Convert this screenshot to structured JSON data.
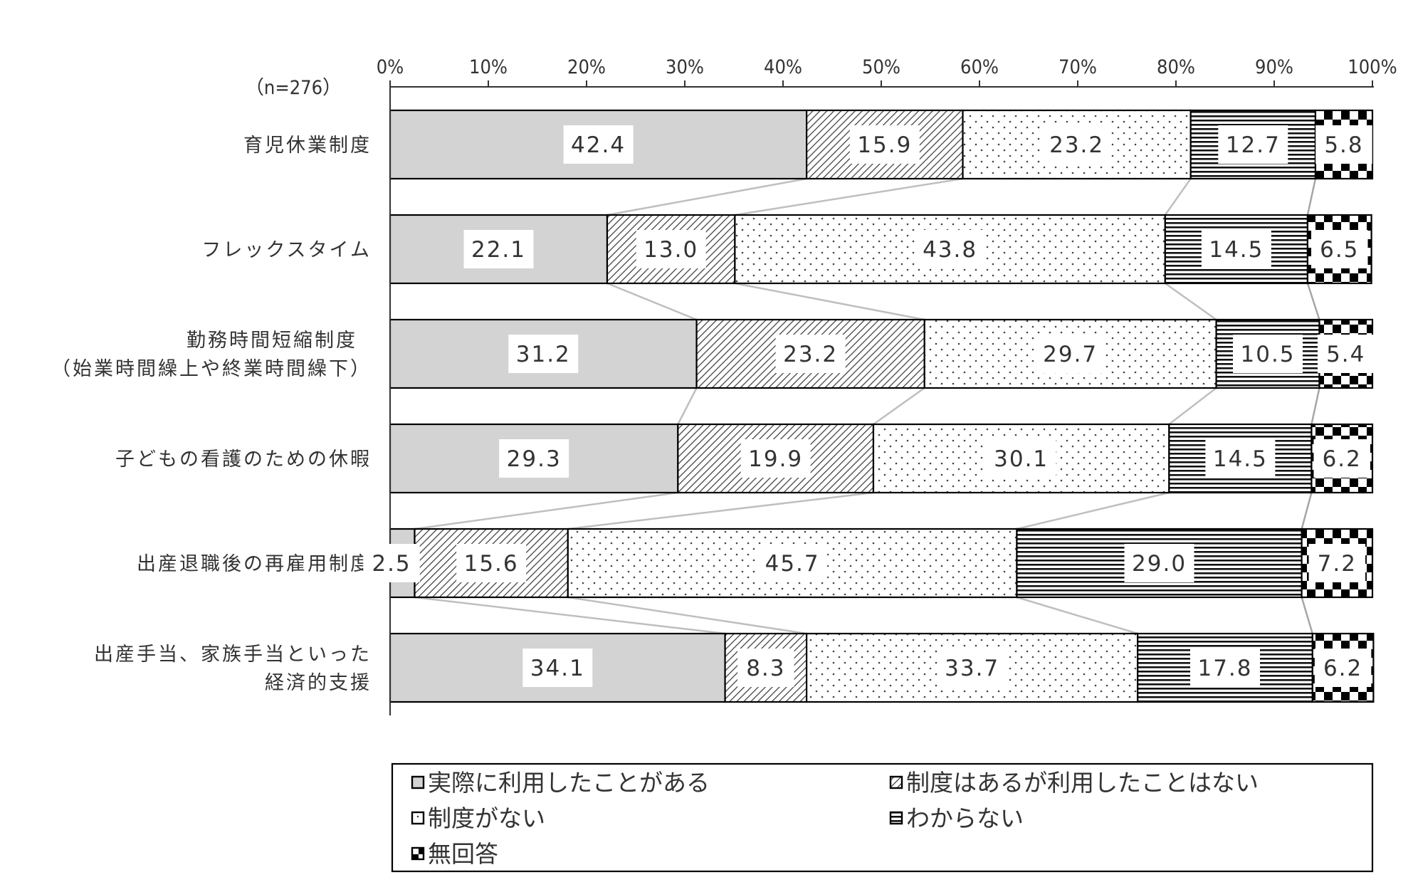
{
  "chart_data": {
    "type": "bar",
    "orientation": "horizontal",
    "stacked": "percent",
    "sample_note": "（n=276）",
    "xlim": [
      0,
      100
    ],
    "x_ticks": [
      "0%",
      "10%",
      "20%",
      "30%",
      "40%",
      "50%",
      "60%",
      "70%",
      "80%",
      "90%",
      "100%"
    ],
    "categories": [
      [
        "育児休業制度"
      ],
      [
        "フレックスタイム"
      ],
      [
        "勤務時間短縮制度",
        "（始業時間繰上や終業時間繰下）"
      ],
      [
        "子どもの看護のための休暇"
      ],
      [
        "出産退職後の再雇用制度"
      ],
      [
        "出産手当、家族手当といった",
        "経済的支援"
      ]
    ],
    "series": [
      {
        "name": "実際に利用したことがある",
        "pattern": "solid-gray",
        "color": "#d3d3d3",
        "values": [
          42.4,
          22.1,
          31.2,
          29.3,
          2.5,
          34.1
        ]
      },
      {
        "name": "制度はあるが利用したことはない",
        "pattern": "diagonal-hatch",
        "color": "#555555",
        "values": [
          15.9,
          13.0,
          23.2,
          19.9,
          15.6,
          8.3
        ]
      },
      {
        "name": "制度がない",
        "pattern": "dots",
        "color": "#444444",
        "values": [
          23.2,
          43.8,
          29.7,
          30.1,
          45.7,
          33.7
        ]
      },
      {
        "name": "わからない",
        "pattern": "horizontal-lines",
        "color": "#222222",
        "values": [
          12.7,
          14.5,
          10.5,
          14.5,
          29.0,
          17.8
        ]
      },
      {
        "name": "無回答",
        "pattern": "checker",
        "color": "#000000",
        "values": [
          5.8,
          6.5,
          5.4,
          6.2,
          7.2,
          6.2
        ]
      }
    ],
    "value_labels": [
      [
        "42.4",
        "15.9",
        "23.2",
        "12.7",
        "5.8"
      ],
      [
        "22.1",
        "13.0",
        "43.8",
        "14.5",
        "6.5"
      ],
      [
        "31.2",
        "23.2",
        "29.7",
        "10.5",
        "5.4"
      ],
      [
        "29.3",
        "19.9",
        "30.1",
        "14.5",
        "6.2"
      ],
      [
        "2.5",
        "15.6",
        "45.7",
        "29.0",
        "7.2"
      ],
      [
        "34.1",
        "8.3",
        "33.7",
        "17.8",
        "6.2"
      ]
    ],
    "connector_lines": true,
    "legend_position": "bottom"
  }
}
